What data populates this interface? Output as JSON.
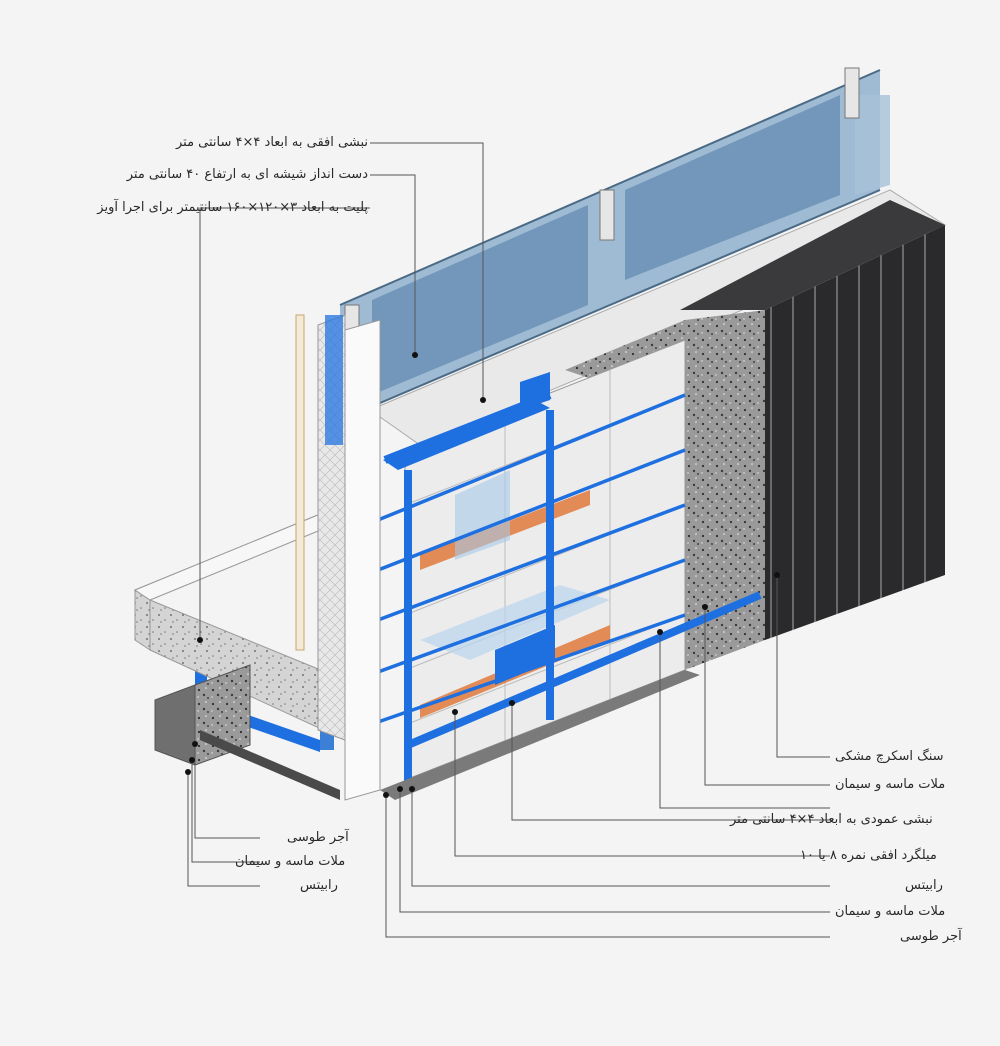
{
  "labels": {
    "top_1": "نبشی افقی به ابعاد ۴×۴ سانتی متر",
    "top_2": "دست انداز شیشه ای به ارتفاع ۴۰ سانتی متر",
    "top_3": "پلیت به ابعاد ۳×۱۲۰×۱۶۰ سانتیمتر برای اجرا آویز",
    "right_1": "سنگ اسکرچ مشکی",
    "right_2": "ملات ماسه و سیمان",
    "right_3": "نبشی عمودی به ابعاد ۴×۴ سانتی متر",
    "right_4": "میلگرد افقی نمره ۸ یا ۱۰",
    "right_5": "رابیتس",
    "right_6": "ملات ماسه و سیمان",
    "right_7": "آجر طوسی",
    "left_1": "آجر طوسی",
    "left_2": "ملات ماسه و سیمان",
    "left_3": "رابیتس"
  },
  "colors": {
    "background": "#f4f4f4",
    "steel_blue": "#1e6fe0",
    "glass": "#7fa6c6",
    "stone_black": "#2b2b2d",
    "mortar_gray": "#8e8e8e",
    "brick_gray": "#6f6f6f",
    "rebar_orange": "#e07a3c",
    "leader_line": "#555555"
  }
}
